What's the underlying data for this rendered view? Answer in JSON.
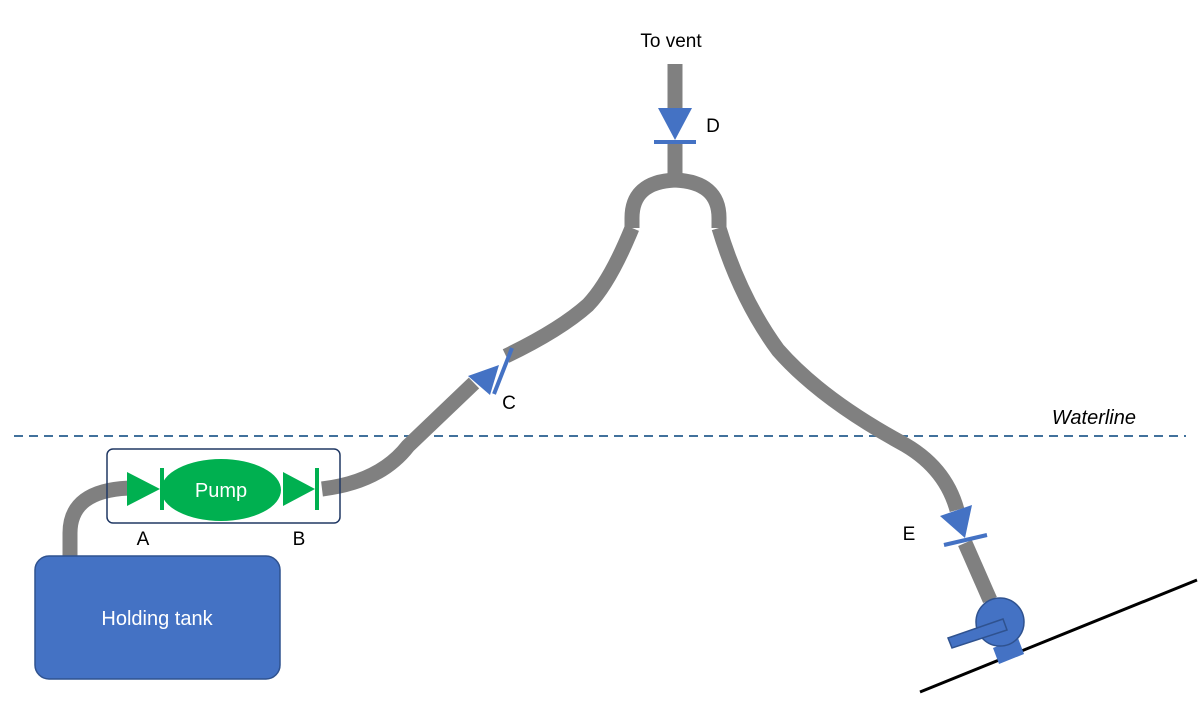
{
  "labels": {
    "vent": "To vent",
    "waterline": "Waterline",
    "pump": "Pump",
    "holding_tank": "Holding tank",
    "valve_a": "A",
    "valve_b": "B",
    "valve_c": "C",
    "valve_d": "D",
    "valve_e": "E"
  },
  "colors": {
    "hose": "#808080",
    "valve": "#4472c4",
    "pump": "#00b050",
    "tank": "#4472c4",
    "tank_border": "#2f528f",
    "waterline": "#41719c",
    "hull": "#000000",
    "pump_box": "#203864"
  }
}
